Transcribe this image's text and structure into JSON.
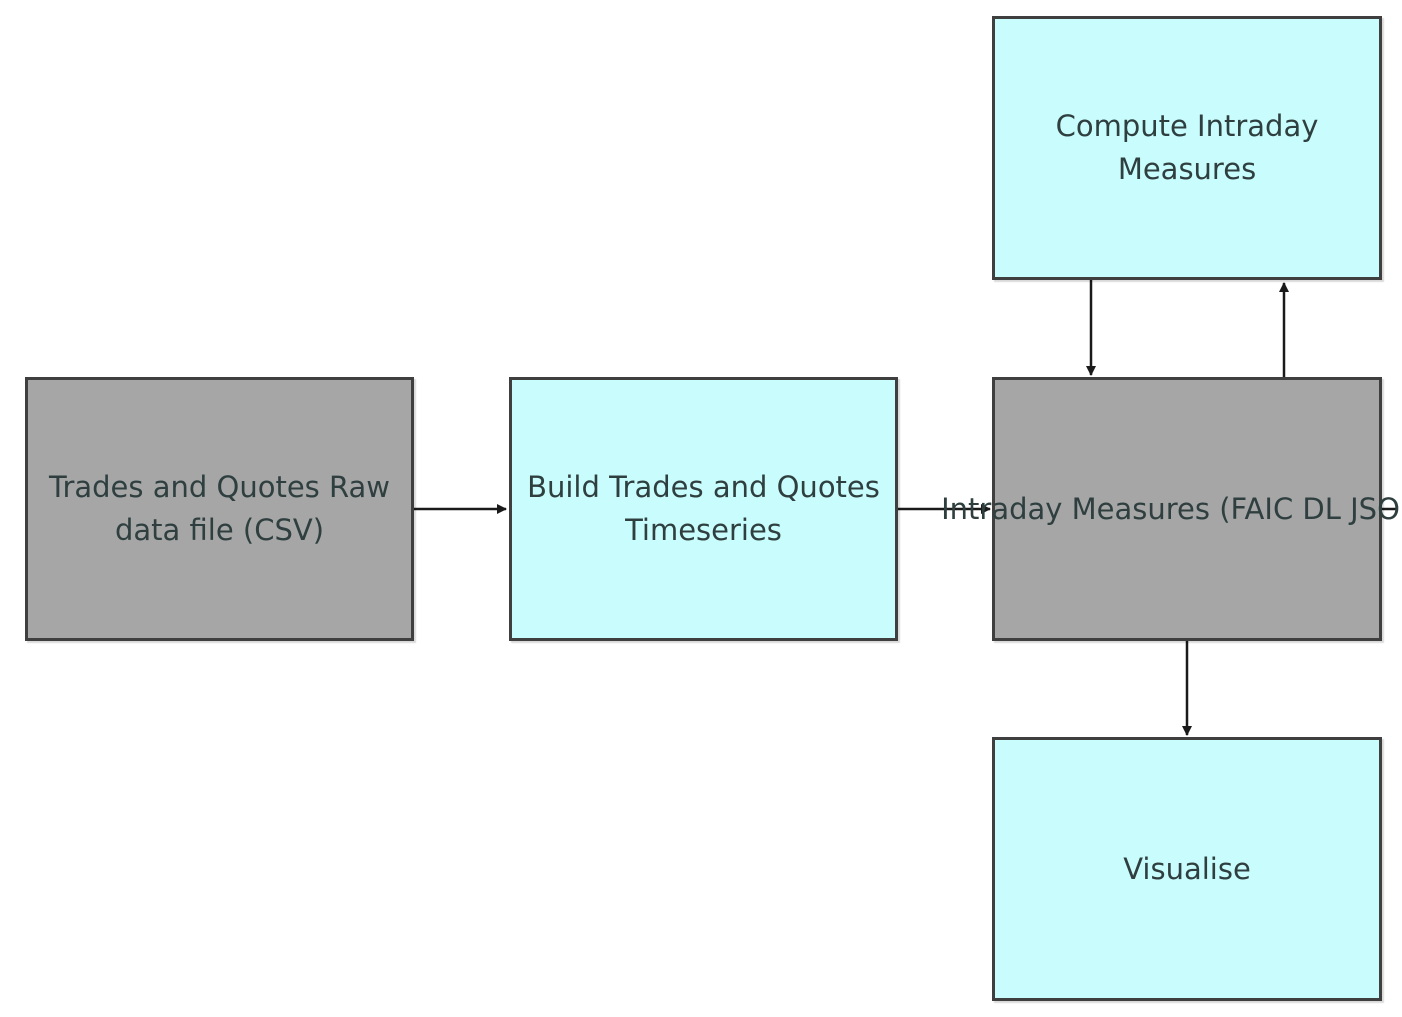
{
  "colors": {
    "data_node": "#a6a6a6",
    "process_node": "#c9fcfd",
    "border": "#3f3f3f",
    "edge": "#1a1a1a"
  },
  "nodes": {
    "raw_data": {
      "label": "Trades and Quotes Raw\ndata file (CSV)",
      "kind": "data"
    },
    "build_timeseries": {
      "label": "Build Trades and Quotes\nTimeseries",
      "kind": "process"
    },
    "intraday_measures": {
      "label": "Intraday Measures (FAIC\nDL JSON)",
      "kind": "data"
    },
    "compute_measures": {
      "label": "Compute Intraday\nMeasures",
      "kind": "process"
    },
    "visualise": {
      "label": "Visualise",
      "kind": "process"
    }
  },
  "edges": [
    {
      "from": "raw_data",
      "to": "build_timeseries"
    },
    {
      "from": "build_timeseries",
      "to": "intraday_measures"
    },
    {
      "from": "compute_measures",
      "to": "intraday_measures"
    },
    {
      "from": "intraday_measures",
      "to": "compute_measures"
    },
    {
      "from": "intraday_measures",
      "to": "visualise"
    }
  ]
}
